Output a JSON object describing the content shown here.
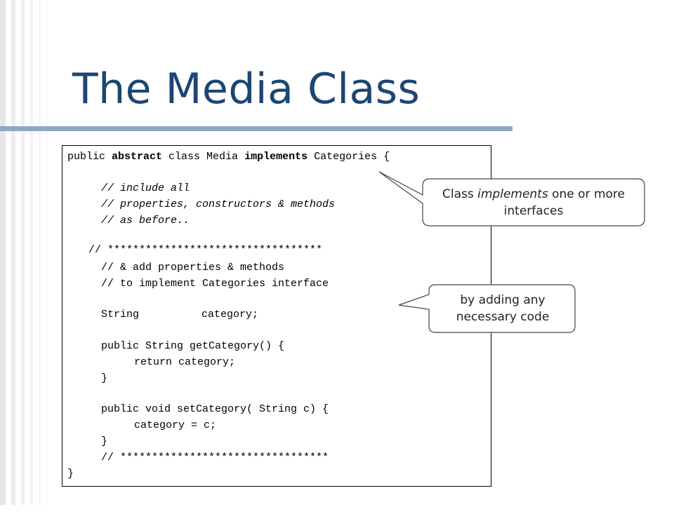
{
  "slide": {
    "title": "The Media Class"
  },
  "code": {
    "line1_a": "public ",
    "line1_kw1": "abstract",
    "line1_b": " class Media ",
    "line1_kw2": "implements",
    "line1_c": " Categories {",
    "line2": "// include all",
    "line3": "// properties, constructors & methods",
    "line4": "// as before..",
    "line5": "// **********************************",
    "line6": "// & add properties & methods",
    "line7": "// to implement Categories interface",
    "line8_a": "String",
    "line8_b": "category;",
    "line9": "public String getCategory() {",
    "line10": "return category;",
    "line11": "}",
    "line12": "public void setCategory( String c) {",
    "line13": "category = c;",
    "line14": "}",
    "line15": "// *********************************",
    "line16": "}"
  },
  "callouts": {
    "first_a": "Class ",
    "first_em": "implements",
    "first_b": " one or more interfaces",
    "second": "by adding any necessary code"
  },
  "colors": {
    "title": "#1c4673",
    "rule": "#8fa6c7"
  }
}
